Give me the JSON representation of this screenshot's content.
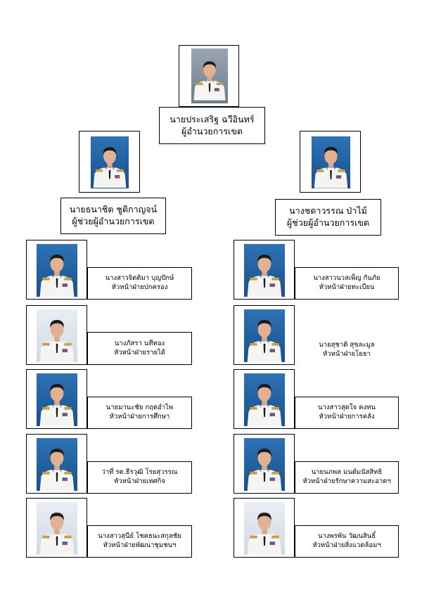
{
  "director": {
    "name": "นายประเสริฐ ฉวีอินทร์",
    "position": "ผู้อำนวยการเขต"
  },
  "assistants": [
    {
      "name": "นายธนาชิต ชูติกาญจน์",
      "position": "ผู้ช่วยผู้อำนวยการเขต"
    },
    {
      "name": "นางชดาวรรณ ป่าไม้",
      "position": "ผู้ช่วยผู้อำนวยการเขต"
    }
  ],
  "heads_left": [
    {
      "name": "นางสาวจิตติมา บุญปักษ์",
      "position": "หัวหน้าฝ่ายปกครอง"
    },
    {
      "name": "นางภัสรา นทีทอง",
      "position": "หัวหน้าฝ่ายรายได้"
    },
    {
      "name": "นายมานะชัย กฤตอำไพ",
      "position": "หัวหน้าฝ่ายการศึกษา"
    },
    {
      "name": "ว่าที่ รต.ธีรวุฒิ โรยสุวรรณ",
      "position": "หัวหน้าฝ่ายเทศกิจ"
    },
    {
      "name": "นางสาวสุนีย์ โชคธนะสกุลชัย",
      "position": "หัวหน้าฝ่ายพัฒนาชุมชนฯ"
    }
  ],
  "heads_right": [
    {
      "name": "นางสาวนวลเพ็ญ กันภัย",
      "position": "หัวหน้าฝ่ายทะเบียน"
    },
    {
      "name": "นายสุชาติ สุขละมูล",
      "position": "หัวหน้าฝ่ายโยธา"
    },
    {
      "name": "นางสาวสุดใจ คงทน",
      "position": "หัวหน้าฝ่ายการคลัง"
    },
    {
      "name": "นายนภพล มนต์มนัสสิทธิ",
      "position": "หัวหน้าฝ่ายรักษาความสะอาดฯ"
    },
    {
      "name": "นางพรพัน วัฒนสินธิ์",
      "position": "หัวหน้าฝ่ายสิ่งแวดล้อมฯ"
    }
  ]
}
